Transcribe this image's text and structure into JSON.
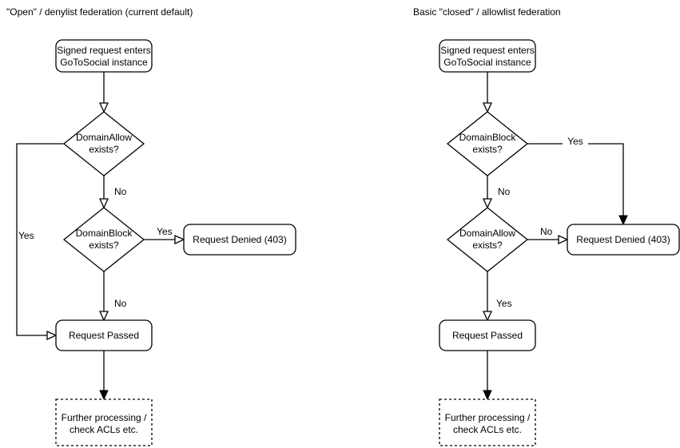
{
  "colors": {
    "background": "#ffffff",
    "line": "#000000",
    "text": "#000000",
    "node_fill": "#ffffff"
  },
  "charts": [
    {
      "title": "\"Open\" / denylist federation (current default)",
      "start": {
        "line1": "Signed request enters",
        "line2": "GoToSocial instance"
      },
      "decision1": {
        "line1": "DomainAllow",
        "line2": "exists?"
      },
      "decision2": {
        "line1": "DomainBlock",
        "line2": "exists?"
      },
      "denied": "Request Denied (403)",
      "passed": "Request Passed",
      "further": {
        "line1": "Further processing /",
        "line2": "check ACLs etc."
      },
      "labels": {
        "decision1_branch": "Yes",
        "decision1_down": "No",
        "decision2_branch": "Yes",
        "decision2_down": "No"
      }
    },
    {
      "title": "Basic \"closed\" / allowlist federation",
      "start": {
        "line1": "Signed request enters",
        "line2": "GoToSocial instance"
      },
      "decision1": {
        "line1": "DomainBlock",
        "line2": "exists?"
      },
      "decision2": {
        "line1": "DomainAllow",
        "line2": "exists?"
      },
      "denied": "Request Denied (403)",
      "passed": "Request Passed",
      "further": {
        "line1": "Further processing /",
        "line2": "check ACLs etc."
      },
      "labels": {
        "decision1_branch": "Yes",
        "decision1_down": "No",
        "decision2_branch": "No",
        "decision2_down": "Yes"
      }
    }
  ]
}
